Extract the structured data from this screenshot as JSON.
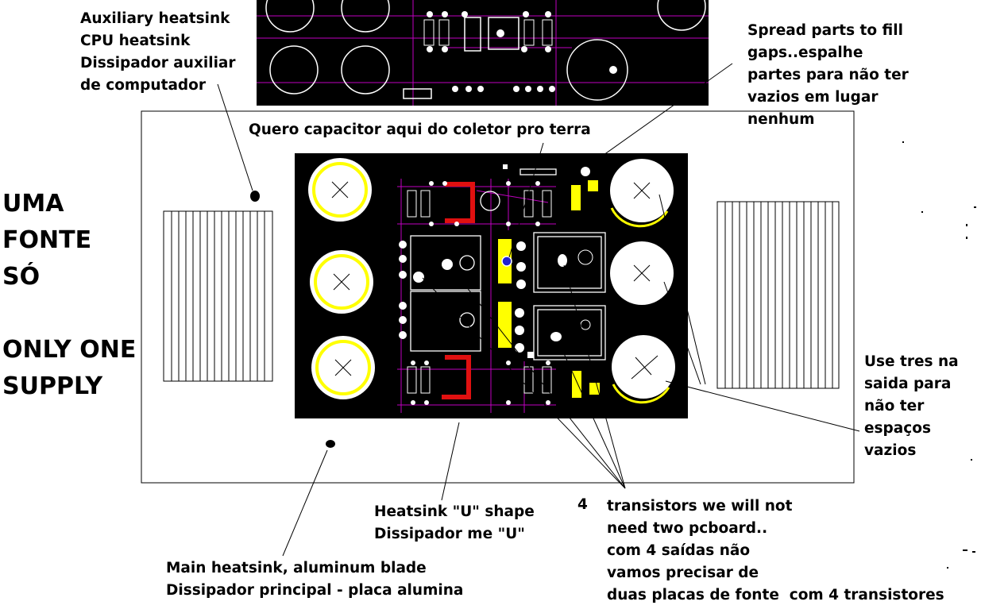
{
  "labels": {
    "aux_heatsink": "Auxiliary heatsink\nCPU heatsink\nDissipador auxiliar\nde computador",
    "spread_parts": "Spread parts to fill\ngaps..espalhe\npartes para não ter\nvazios em lugar\nnenhum",
    "quero_capacitor": "Quero capacitor aqui do coletor pro terra",
    "uma_fonte": "UMA\nFONTE\nSÓ\n\nONLY ONE\nSUPPLY",
    "use_tres": "Use tres na\nsaida para\nnão ter\nespaços\nvazios",
    "heatsink_u": "Heatsink \"U\" shape\nDissipador me \"U\"",
    "four": "4",
    "transistors": "transistors we will not\nneed two pcboard..\ncom 4 saídas não\nvamos precisar de\nduas placas de fonte  com 4 transistores",
    "main_heatsink": "Main heatsink, aluminum blade\nDissipador principal - placa alumina"
  },
  "colors": {
    "board": "#000000",
    "trace": "#c000c0",
    "pad": "#ffffff",
    "capacitor_ring": "#ffff00",
    "u_heatsink": "#e01010",
    "highlight_pad": "#2020d0",
    "outline": "#000000"
  }
}
